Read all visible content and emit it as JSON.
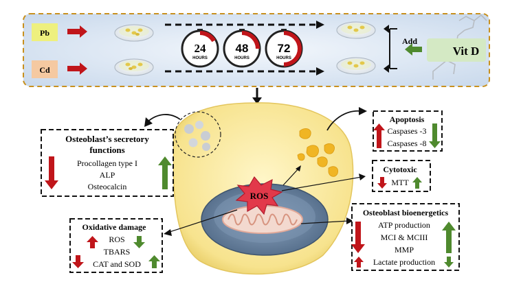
{
  "top_panel": {
    "metals": [
      "Pb",
      "Cd"
    ],
    "timers": [
      {
        "value": "24",
        "unit": "HOURS"
      },
      {
        "value": "48",
        "unit": "HOURS"
      },
      {
        "value": "72",
        "unit": "HOURS"
      }
    ],
    "add_label": "Add",
    "vitamin_label": "Vit D"
  },
  "boxes": {
    "secretory": {
      "title_line1": "Osteoblast’s secretory",
      "title_line2": "functions",
      "items": [
        "Procollagen type I",
        "ALP",
        "Osteocalcin"
      ]
    },
    "apoptosis": {
      "title": "Apoptosis",
      "items": [
        "Caspases -3",
        "Caspases -8"
      ]
    },
    "cytotoxic": {
      "title": "Cytotoxic",
      "items": [
        "MTT"
      ]
    },
    "oxidative": {
      "title": "Oxidative damage",
      "items": [
        "ROS",
        "TBARS",
        "CAT and SOD"
      ]
    },
    "bioenergetics": {
      "title": "Osteoblast bioenergetics",
      "items": [
        "ATP production",
        "MCI & MCIII",
        "MMP",
        "Lactate production"
      ]
    }
  },
  "center": {
    "ros_label": "ROS"
  },
  "colors": {
    "up_red": "#c0151a",
    "down_green": "#4f8a2e",
    "panel_bg": "#dbe6f3",
    "panel_border": "#c8901e",
    "cell_fill": "#f9e69a",
    "nucleus": "#5a7391",
    "vitd_box": "#d4e9c4",
    "pb_box": "#eef07e",
    "cd_box": "#f5c9a1"
  }
}
